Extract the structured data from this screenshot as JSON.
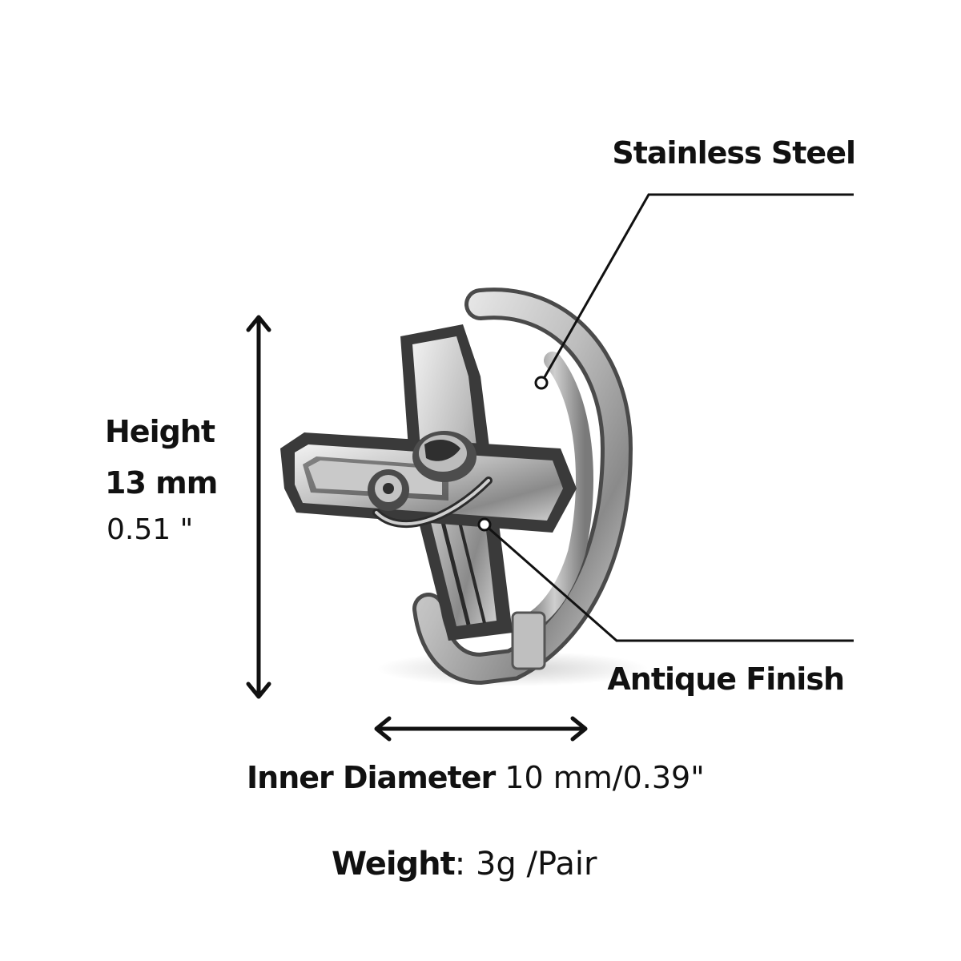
{
  "product": {
    "material": "Stainless Steel",
    "finish": "Antique Finish"
  },
  "height": {
    "title": "Height",
    "mm": "13 mm",
    "inches": "0.51 \""
  },
  "diameter": {
    "label": "Inner Diameter",
    "value": "10 mm/0.39\""
  },
  "weight": {
    "label": "Weight",
    "separator": ":",
    "value": "3g /Pair"
  },
  "colors": {
    "text": "#111111",
    "metal_light": "#d9d9d9",
    "metal_dark": "#3a3a3a",
    "background": "#ffffff"
  }
}
